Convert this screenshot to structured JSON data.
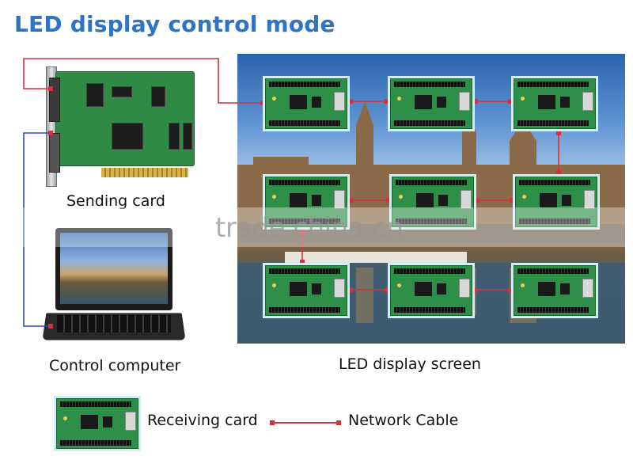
{
  "header": {
    "title": "LED display control mode"
  },
  "labels": {
    "sending_card": "Sending card",
    "control_computer": "Control computer",
    "led_display_screen": "LED display screen"
  },
  "legend": {
    "receiving_card": "Receiving card",
    "network_cable": "Network Cable"
  },
  "watermark": "trade.china.cn",
  "colors": {
    "title": "#2e73c4",
    "network_cable": "#d6303c",
    "control_cable": "#3048b8",
    "card_highlight": "#cfeff2",
    "pcb_green": "#2e8f48"
  }
}
